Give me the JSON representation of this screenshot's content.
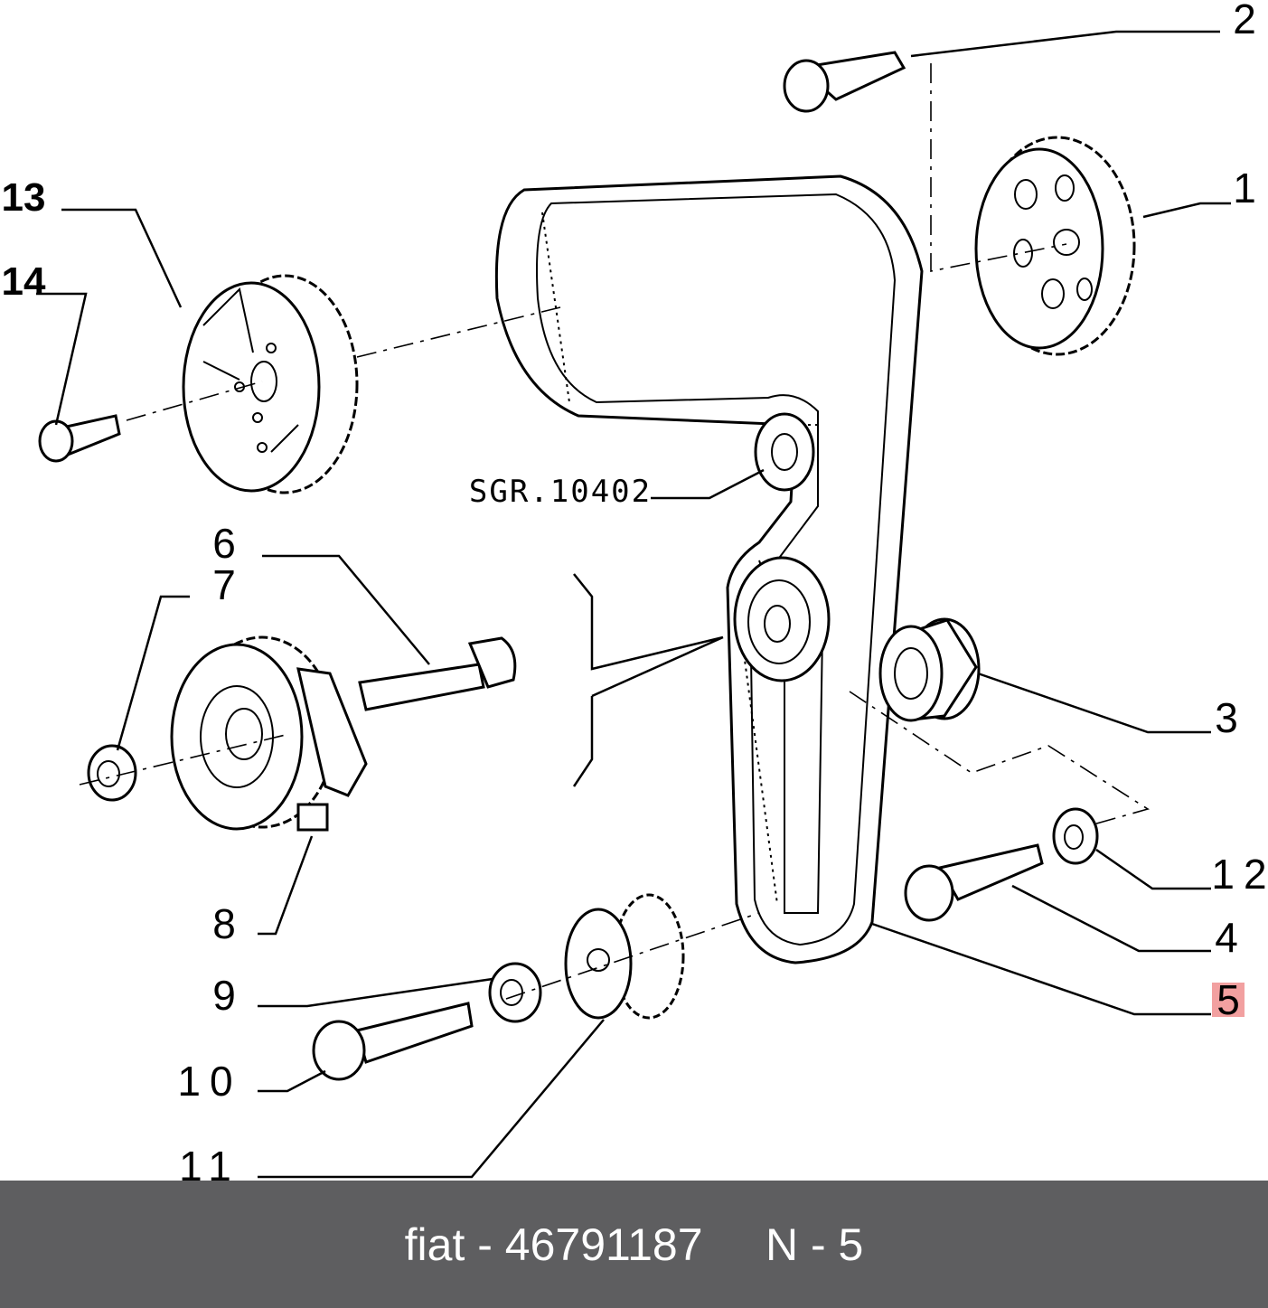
{
  "diagram": {
    "callouts": {
      "c1": "1",
      "c2": "2",
      "c3": "3",
      "c4": "4",
      "c5": "5",
      "c6": "6",
      "c7": "7",
      "c8": "8",
      "c9": "9",
      "c10": "10",
      "c11": "11",
      "c12": "12",
      "c13": "13",
      "c14": "14"
    },
    "reference_code": "SGR.10402",
    "highlight_color": "#f2a0a0"
  },
  "footer": {
    "brand": "fiat",
    "part_number": "46791187",
    "position_label": "N - 5"
  }
}
